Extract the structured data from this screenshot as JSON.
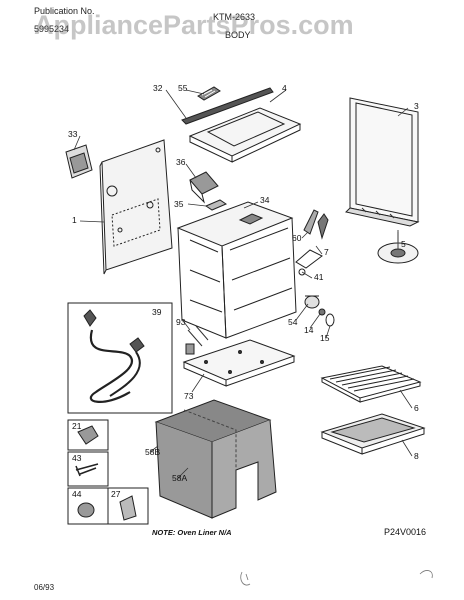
{
  "header": {
    "pub_label": "Publication No.",
    "pub_number": "5995234",
    "model": "KTM-2633",
    "section": "BODY"
  },
  "watermark": "AppliancePartsPros.com",
  "callouts": [
    "32",
    "55",
    "4",
    "3",
    "33",
    "36",
    "34",
    "35",
    "1",
    "60",
    "7",
    "5",
    "41",
    "54",
    "14",
    "15",
    "39",
    "93",
    "73",
    "6",
    "21",
    "43",
    "58B",
    "44",
    "27",
    "58A",
    "8"
  ],
  "note": "NOTE: Oven Liner N/A",
  "diagram_code": "P24V0016",
  "date": "06/93"
}
